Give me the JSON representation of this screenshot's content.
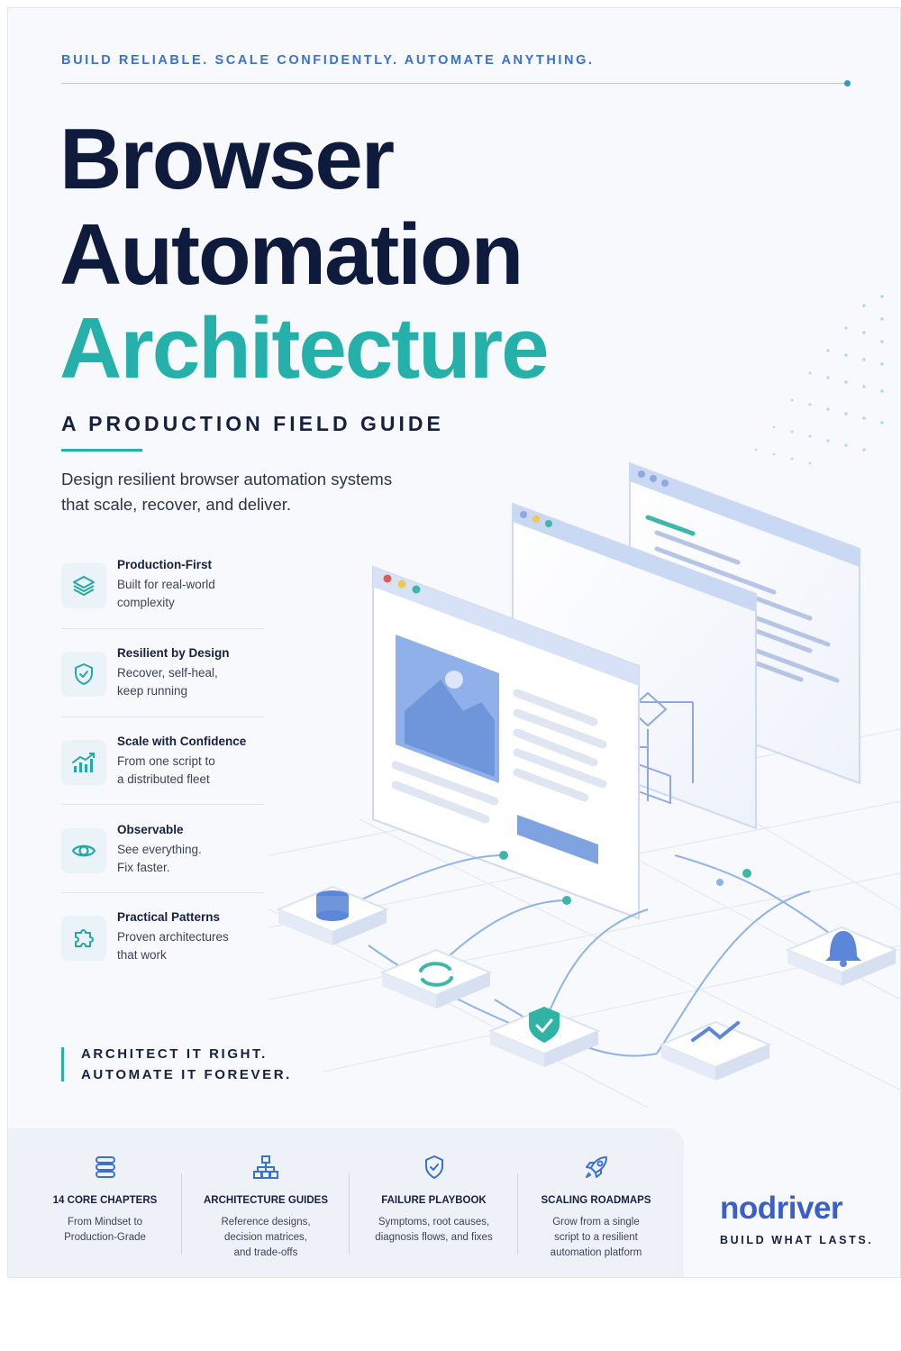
{
  "tagline": "BUILD RELIABLE. SCALE CONFIDENTLY. AUTOMATE ANYTHING.",
  "title": {
    "line1": "Browser",
    "line2": "Automation",
    "line3": "Architecture"
  },
  "subtitle": "A PRODUCTION FIELD GUIDE",
  "description": {
    "line1": "Design resilient browser automation systems",
    "line2": "that scale, recover, and deliver."
  },
  "features": [
    {
      "title": "Production-First",
      "line1": "Built for real-world",
      "line2": "complexity",
      "icon": "layers-icon"
    },
    {
      "title": "Resilient by Design",
      "line1": "Recover, self-heal,",
      "line2": "keep running",
      "icon": "shield-check-icon"
    },
    {
      "title": "Scale with Confidence",
      "line1": "From one script to",
      "line2": "a distributed fleet",
      "icon": "growth-chart-icon"
    },
    {
      "title": "Observable",
      "line1": "See everything.",
      "line2": "Fix faster.",
      "icon": "eye-icon"
    },
    {
      "title": "Practical Patterns",
      "line1": "Proven architectures",
      "line2": "that work",
      "icon": "puzzle-icon"
    }
  ],
  "motto": {
    "line1": "ARCHITECT IT RIGHT.",
    "line2": "AUTOMATE IT FOREVER."
  },
  "highlights": [
    {
      "title": "14 CORE CHAPTERS",
      "line1": "From Mindset to",
      "line2": "Production-Grade",
      "line3": "",
      "icon": "stack-icon"
    },
    {
      "title": "ARCHITECTURE GUIDES",
      "line1": "Reference designs,",
      "line2": "decision matrices,",
      "line3": "and trade-offs",
      "icon": "hierarchy-icon"
    },
    {
      "title": "FAILURE PLAYBOOK",
      "line1": "Symptoms, root causes,",
      "line2": "diagnosis flows, and fixes",
      "line3": "",
      "icon": "shield-icon"
    },
    {
      "title": "SCALING ROADMAPS",
      "line1": "Grow from a single",
      "line2": "script to a resilient",
      "line3": "automation platform",
      "icon": "rocket-icon"
    }
  ],
  "brand": {
    "name": "nodriver",
    "slogan": "BUILD WHAT LASTS."
  },
  "colors": {
    "navy": "#0f1b3d",
    "teal": "#25b0aa",
    "blue": "#3a72c9",
    "brand_blue": "#3a5fc8"
  }
}
